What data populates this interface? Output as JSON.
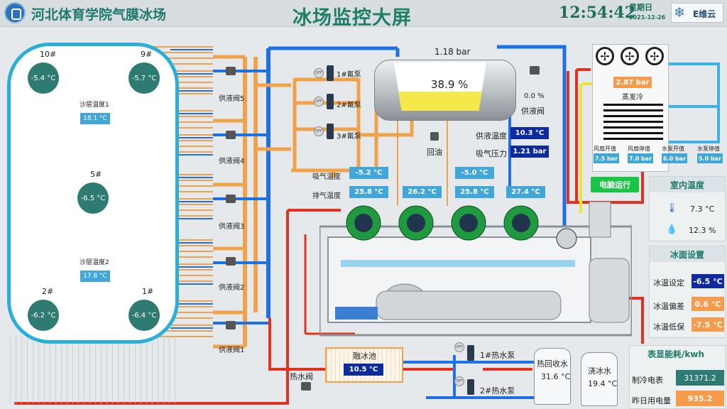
{
  "header": {
    "venue": "河北体育学院气膜冰场",
    "title": "冰场监控大屏",
    "time": "12:54:42",
    "weekday": "星期日",
    "date": "2021-12-26",
    "brand": "E维云"
  },
  "rink": {
    "zones": [
      {
        "num": "10#",
        "temp": "-5.4 °C"
      },
      {
        "num": "9#",
        "temp": "-5.7 °C"
      },
      {
        "num": "5#",
        "temp": "-6.5 °C"
      },
      {
        "num": "2#",
        "temp": "-6.2 °C"
      },
      {
        "num": "1#",
        "temp": "-6.4 °C"
      }
    ],
    "sand1_label": "沙层温度1",
    "sand1_value": "18.1 °C",
    "sand2_label": "沙层温度2",
    "sand2_value": "17.8 °C"
  },
  "valves": [
    "供液阀5",
    "供液阀4",
    "供液阀3",
    "供液阀2",
    "供液阀1"
  ],
  "fluorine_pumps": [
    "1#氟泵",
    "2#氟泵",
    "3#氟泵"
  ],
  "tank": {
    "pressure": "1.18 bar",
    "level": "38.9 %",
    "valve_pct": "0.0 %",
    "valve_label": "供液阀",
    "oil_return": "回油"
  },
  "supply": {
    "temp_label": "供液温度",
    "temp_value": "10.3 °C",
    "pressure_label": "吸气压力",
    "pressure_value": "1.21 bar"
  },
  "compressors": {
    "suction_label": "吸气温度",
    "discharge_label": "排气温度",
    "suction": [
      "-5.2 °C",
      "-5.0 °C"
    ],
    "discharge": [
      "25.8 °C",
      "26.2 °C",
      "25.8 °C",
      "27.4 °C"
    ]
  },
  "run_button": "电脑运行",
  "condenser": {
    "pressure": "2.87 bar",
    "label": "蒸发冷",
    "settings": [
      {
        "label": "风扇开值",
        "value": "7.5 bar"
      },
      {
        "label": "风扇停值",
        "value": "7.0 bar"
      },
      {
        "label": "水泵开值",
        "value": "6.0 bar"
      },
      {
        "label": "水泵停值",
        "value": "5.0 bar"
      }
    ]
  },
  "indoor": {
    "title": "室内温度",
    "temperature": "7.3 °C",
    "humidity": "12.3 %"
  },
  "ice": {
    "title": "冰面设置",
    "rows": [
      {
        "label": "冰温设定",
        "value": "-6.5 °C",
        "color": "#0d2a9e"
      },
      {
        "label": "冰温偏差",
        "value": "0.6 °C",
        "color": "#f59b4b"
      },
      {
        "label": "冰温低保",
        "value": "-7.5 °C",
        "color": "#f59b4b"
      }
    ]
  },
  "melt_pool": {
    "label": "融冰池",
    "value": "10.5 °C"
  },
  "hot_water_valve": "热水阀",
  "hot_pumps": [
    "1#热水泵",
    "2#热水泵"
  ],
  "tanks": [
    {
      "label": "热回收水",
      "value": "31.6 °C"
    },
    {
      "label": "浇冰水",
      "value": "19.4 °C"
    }
  ],
  "energy": {
    "title": "表显能耗/kwh",
    "rows": [
      {
        "label": "制冷电表",
        "value": "31371.2",
        "color": "#2e7b74"
      },
      {
        "label": "昨日用电量",
        "value": "935.2",
        "color": "#f59b4b"
      }
    ]
  },
  "colors": {
    "pipe_blue": "#1f6fe5",
    "pipe_orange": "#f0a24a",
    "pipe_red": "#e2311f",
    "pipe_yellow": "#f1e23a",
    "pipe_cyan": "#3fb0e6",
    "accent": "#1e7e68"
  }
}
